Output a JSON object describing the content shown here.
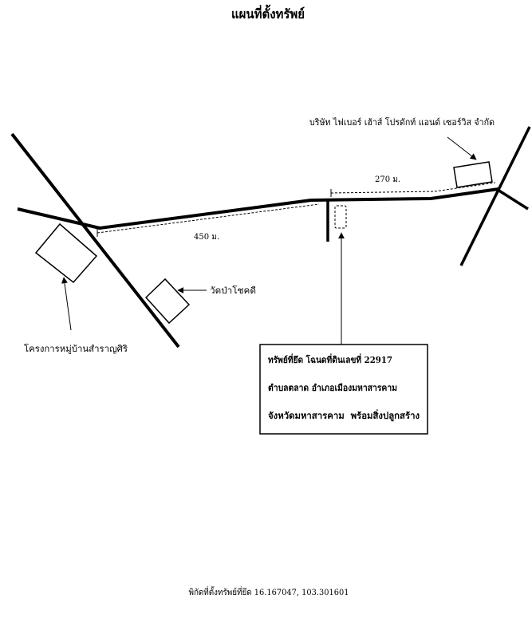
{
  "title": "แผนที่ตั้งทรัพย์",
  "landmarks": {
    "company_label": "บริษัท ไฟเบอร์ เฮ้าส์ โปรดักท์ แอนด์ เซอร์วิส จำกัด",
    "temple_label": "วัดป่าโชคดี",
    "village_label": "โครงการหมู่บ้านสำราญศิริ"
  },
  "distances": {
    "to_company": "270 ม.",
    "to_junction": "450 ม."
  },
  "property": {
    "lines": [
      "ทรัพย์ที่ยึด โฉนดที่ดินเลขที่ 22917",
      "ตำบลตลาด อำเภอเมืองมหาสารคาม",
      "จังหวัดมหาสารคาม  พร้อมสิ่งปลูกสร้าง"
    ]
  },
  "coordinates": "พิกัดที่ตั้งทรัพย์ที่ยึด 16.167047, 103.301601",
  "colors": {
    "ink": "#000000",
    "paper": "#ffffff"
  }
}
